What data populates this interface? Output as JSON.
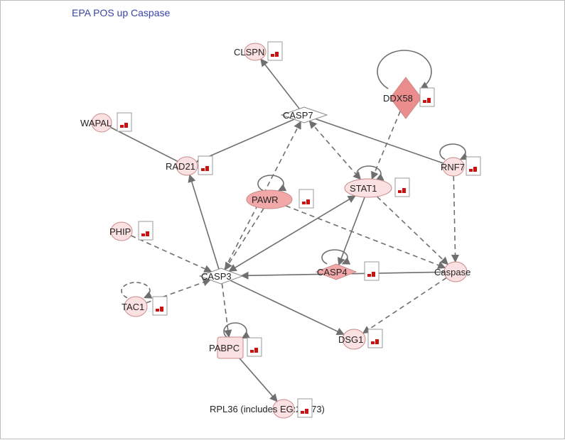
{
  "title": "EPA POS up Caspase",
  "nodes": [
    {
      "id": "clspn",
      "label": "CLSPN",
      "shape": "circle",
      "tone": "light"
    },
    {
      "id": "ddx58",
      "label": "DDX58",
      "shape": "diamond",
      "tone": "strong"
    },
    {
      "id": "wapal",
      "label": "WAPAL",
      "shape": "circle",
      "tone": "light"
    },
    {
      "id": "casp7",
      "label": "CASP7",
      "shape": "diamond",
      "tone": "white"
    },
    {
      "id": "rad21",
      "label": "RAD21",
      "shape": "circle",
      "tone": "light"
    },
    {
      "id": "rnf7",
      "label": "RNF7",
      "shape": "circle",
      "tone": "light"
    },
    {
      "id": "pawr",
      "label": "PAWR",
      "shape": "ellipse",
      "tone": "medium"
    },
    {
      "id": "stat1",
      "label": "STAT1",
      "shape": "ellipse",
      "tone": "light"
    },
    {
      "id": "phip",
      "label": "PHIP",
      "shape": "circle",
      "tone": "light"
    },
    {
      "id": "casp3",
      "label": "CASP3",
      "shape": "diamond",
      "tone": "white"
    },
    {
      "id": "casp4",
      "label": "CASP4",
      "shape": "diamond",
      "tone": "medium"
    },
    {
      "id": "caspase",
      "label": "Caspase",
      "shape": "circle",
      "tone": "light"
    },
    {
      "id": "tac1",
      "label": "TAC1",
      "shape": "circle",
      "tone": "light"
    },
    {
      "id": "dsg1",
      "label": "DSG1",
      "shape": "circle",
      "tone": "light"
    },
    {
      "id": "pabpc",
      "label": "PABPC",
      "shape": "square",
      "tone": "light"
    },
    {
      "id": "rpl36",
      "label": "RPL36 (includes EG:25873)",
      "shape": "circle",
      "tone": "light"
    }
  ],
  "edges": [
    {
      "from": "casp7",
      "to": "clspn",
      "style": "solid",
      "arrow": "end"
    },
    {
      "from": "wapal",
      "to": "rad21",
      "style": "solid",
      "arrow": "none"
    },
    {
      "from": "casp7",
      "to": "rad21",
      "style": "solid",
      "arrow": "end"
    },
    {
      "from": "casp7",
      "to": "rnf7",
      "style": "solid",
      "arrow": "none"
    },
    {
      "from": "casp7",
      "to": "stat1",
      "style": "dashed",
      "arrow": "both"
    },
    {
      "from": "casp3",
      "to": "casp7",
      "style": "dashed",
      "arrow": "end"
    },
    {
      "from": "casp3",
      "to": "rad21",
      "style": "solid",
      "arrow": "end"
    },
    {
      "from": "ddx58",
      "to": "stat1",
      "style": "dashed",
      "arrow": "end"
    },
    {
      "from": "rnf7",
      "to": "caspase",
      "style": "dashed",
      "arrow": "end"
    },
    {
      "from": "stat1",
      "to": "casp3",
      "style": "solid",
      "arrow": "both"
    },
    {
      "from": "stat1",
      "to": "casp4",
      "style": "solid",
      "arrow": "end"
    },
    {
      "from": "stat1",
      "to": "caspase",
      "style": "dashed",
      "arrow": "end"
    },
    {
      "from": "pawr",
      "to": "casp3",
      "style": "dashed",
      "arrow": "end"
    },
    {
      "from": "pawr",
      "to": "caspase",
      "style": "dashed",
      "arrow": "end"
    },
    {
      "from": "phip",
      "to": "casp3",
      "style": "dashed",
      "arrow": "end"
    },
    {
      "from": "tac1",
      "to": "casp3",
      "style": "dashed",
      "arrow": "end"
    },
    {
      "from": "caspase",
      "to": "casp3",
      "style": "solid",
      "arrow": "end"
    },
    {
      "from": "caspase",
      "to": "dsg1",
      "style": "dashed",
      "arrow": "end"
    },
    {
      "from": "casp3",
      "to": "dsg1",
      "style": "solid",
      "arrow": "end"
    },
    {
      "from": "casp3",
      "to": "pabpc",
      "style": "dashed",
      "arrow": "end"
    },
    {
      "from": "pabpc",
      "to": "rpl36",
      "style": "solid",
      "arrow": "end"
    }
  ],
  "self_loops": [
    {
      "node": "ddx58",
      "style": "solid"
    },
    {
      "node": "pawr",
      "style": "solid"
    },
    {
      "node": "stat1",
      "style": "solid"
    },
    {
      "node": "rnf7",
      "style": "solid"
    },
    {
      "node": "casp4",
      "style": "solid"
    },
    {
      "node": "pabpc",
      "style": "solid"
    },
    {
      "node": "tac1",
      "style": "dashed"
    }
  ],
  "colors": {
    "light_fill": "#fbe1e1",
    "medium_fill": "#f2a8a8",
    "strong_fill": "#ec8d8d",
    "white_fill": "#ffffff",
    "node_stroke": "#c88a8a",
    "edge": "#6f6f6f",
    "expression_bar": "#cc1111"
  }
}
